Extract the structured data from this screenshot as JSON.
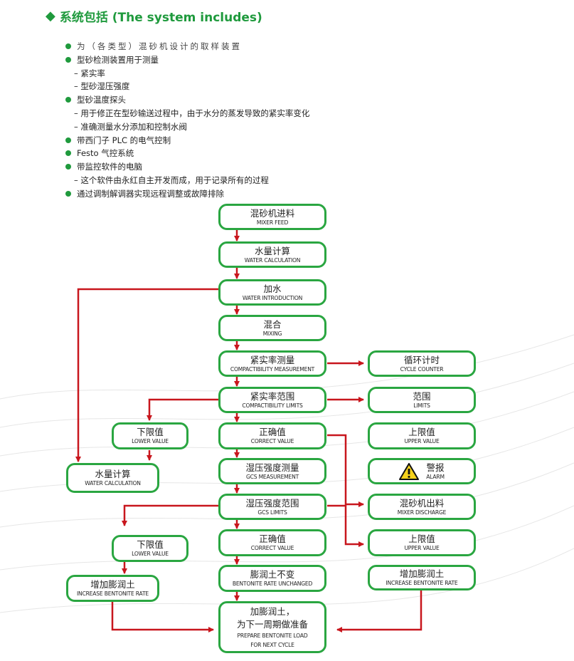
{
  "title": "系统包括 (The system includes)",
  "items": [
    {
      "kind": "bullet",
      "text": "为（各类型）混砂机设计的取样装置",
      "spaced": true
    },
    {
      "kind": "bullet",
      "text": "型砂检测装置用于测量"
    },
    {
      "kind": "sub",
      "text": "– 紧实率"
    },
    {
      "kind": "sub",
      "text": "– 型砂湿压强度"
    },
    {
      "kind": "bullet",
      "text": "型砂温度探头"
    },
    {
      "kind": "sub",
      "text": "– 用于修正在型砂输送过程中，由于水分的蒸发导致的紧实率变化"
    },
    {
      "kind": "sub",
      "text": "– 准确测量水分添加和控制水阀"
    },
    {
      "kind": "bullet",
      "text": "带西门子 PLC 的电气控制"
    },
    {
      "kind": "bullet",
      "text": "Festo 气控系统"
    },
    {
      "kind": "bullet",
      "text": "带监控软件的电脑"
    },
    {
      "kind": "sub",
      "text": "– 这个软件由永红自主开发而成，用于记录所有的过程"
    },
    {
      "kind": "bullet",
      "text": "通过调制解调器实现远程调整或故障排除"
    }
  ],
  "flow": {
    "mixer_feed": {
      "cn": "混砂机进料",
      "en": "MIXER FEED"
    },
    "water_calc": {
      "cn": "水量计算",
      "en": "WATER CALCULATION"
    },
    "water_intro": {
      "cn": "加水",
      "en": "WATER INTRODUCTION"
    },
    "mixing": {
      "cn": "混合",
      "en": "MIXING"
    },
    "compact_meas": {
      "cn": "紧实率测量",
      "en": "COMPACTIBILITY MEASUREMENT"
    },
    "cycle_counter": {
      "cn": "循环计时",
      "en": "CYCLE COUNTER"
    },
    "compact_limits": {
      "cn": "紧实率范围",
      "en": "COMPACTIBILITY LIMITS"
    },
    "limits": {
      "cn": "范围",
      "en": "LIMITS"
    },
    "lower1": {
      "cn": "下限值",
      "en": "LOWER VALUE"
    },
    "correct1": {
      "cn": "正确值",
      "en": "CORRECT VALUE"
    },
    "upper1": {
      "cn": "上限值",
      "en": "UPPER VALUE"
    },
    "water_calc2": {
      "cn": "水量计算",
      "en": "WATER CALCULATION"
    },
    "gcs_meas": {
      "cn": "湿压强度测量",
      "en": "GCS MEASUREMENT"
    },
    "alarm": {
      "cn": "警报",
      "en": "ALARM"
    },
    "gcs_limits": {
      "cn": "湿压强度范围",
      "en": "GCS LIMITS"
    },
    "mixer_discharge": {
      "cn": "混砂机出料",
      "en": "MIXER DISCHARGE"
    },
    "lower2": {
      "cn": "下限值",
      "en": "LOWER VALUE"
    },
    "correct2": {
      "cn": "正确值",
      "en": "CORRECT VALUE"
    },
    "upper2": {
      "cn": "上限值",
      "en": "UPPER VALUE"
    },
    "incr1": {
      "cn": "增加膨润土",
      "en": "INCREASE BENTONITE RATE"
    },
    "bent_unchanged": {
      "cn": "膨润土不变",
      "en": "BENTONITE RATE UNCHANGED"
    },
    "incr2": {
      "cn": "增加膨润土",
      "en": "INCREASE BENTONITE RATE"
    },
    "prepare": {
      "cn1": "加膨润土，",
      "cn2": "为下一周期做准备",
      "en1": "PREPARE BENTONITE LOAD",
      "en2": "FOR NEXT CYCLE"
    }
  },
  "colors": {
    "accent": "#1f9a3d",
    "box_border": "#2aa641",
    "arrow": "#c8161d",
    "alarm_yellow": "#f5d21c"
  },
  "icons": {
    "alarm": "warning-triangle-icon",
    "title_marker": "diamond-icon"
  }
}
